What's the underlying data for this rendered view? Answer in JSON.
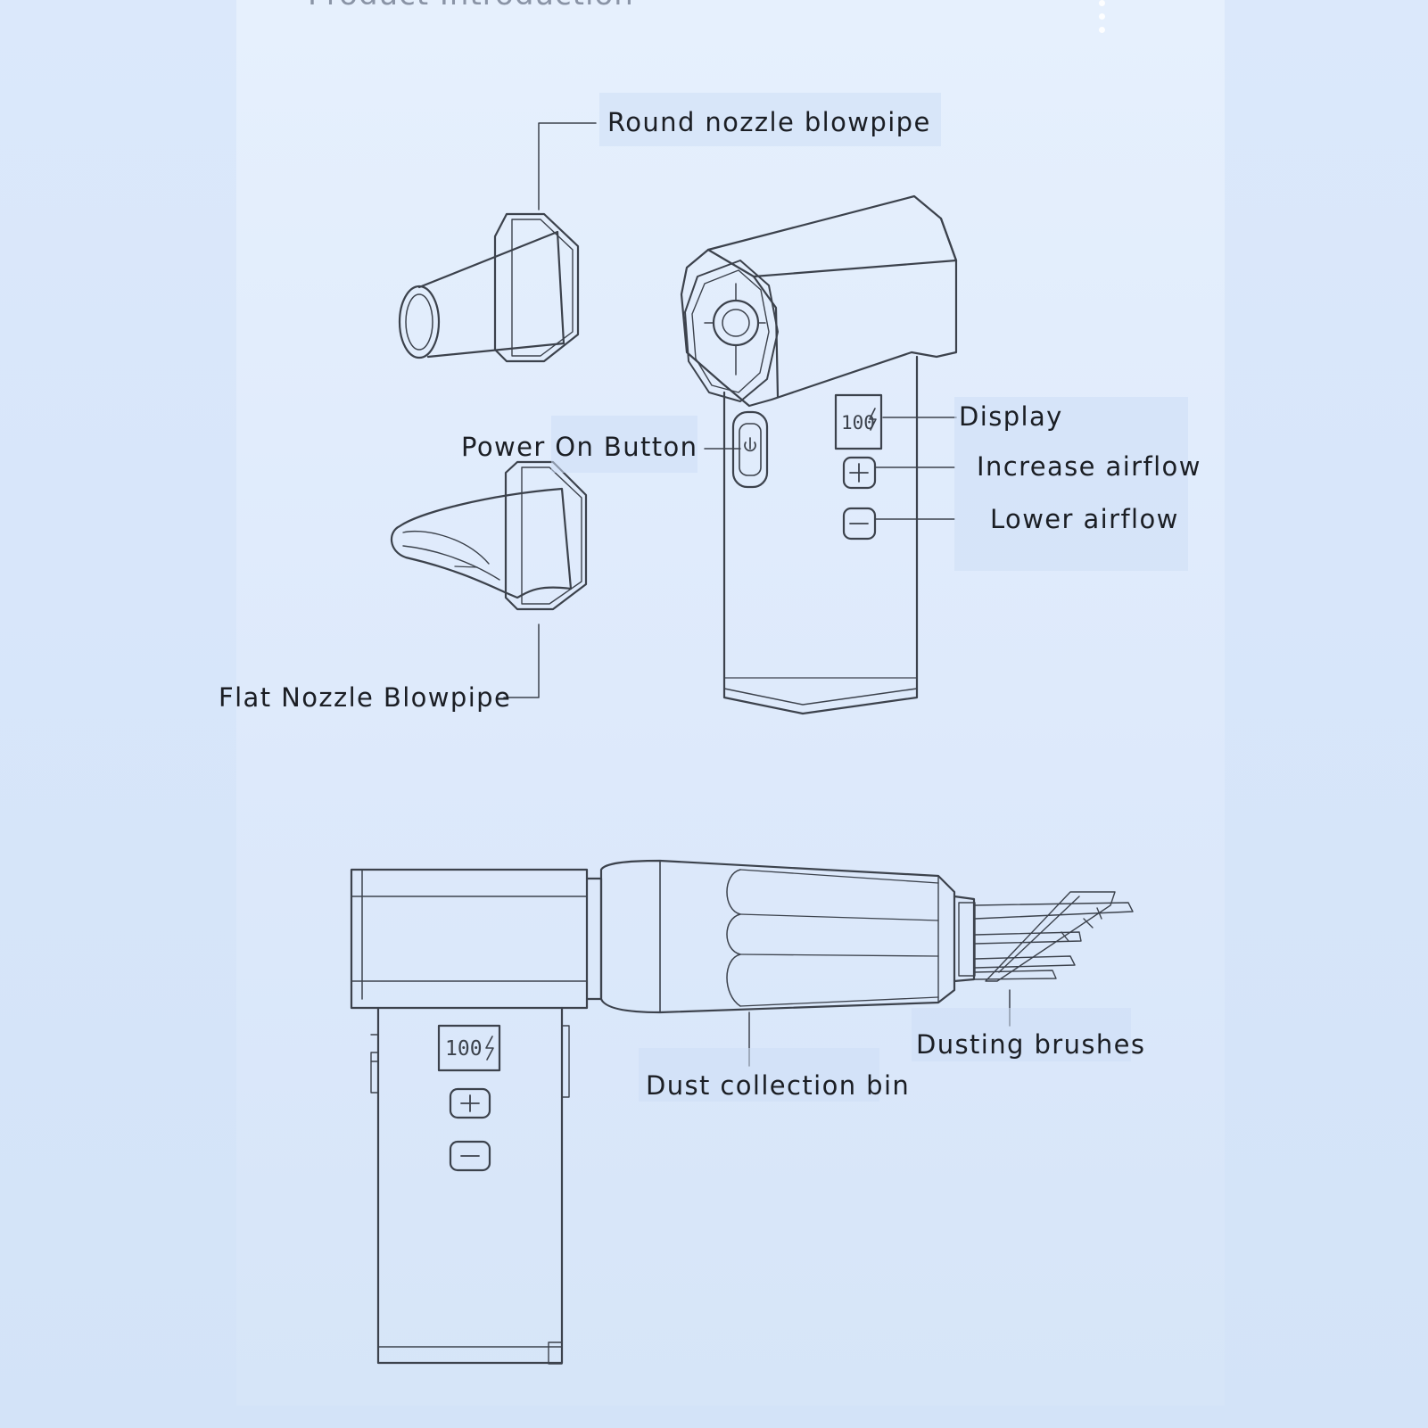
{
  "header": {
    "title": "Product Introduction"
  },
  "labels": {
    "round_nozzle": "Round nozzle blowpipe",
    "power_button": "Power On Button",
    "flat_nozzle": "Flat Nozzle Blowpipe",
    "display": "Display",
    "increase_airflow": "Increase airflow",
    "lower_airflow": "Lower airflow",
    "dust_bin": "Dust collection bin",
    "dusting_brushes": "Dusting brushes"
  },
  "device_display": {
    "value": "100"
  },
  "colors": {
    "line": "#3c424c",
    "background": "#dbe8fb",
    "text": "#1b1e24"
  }
}
